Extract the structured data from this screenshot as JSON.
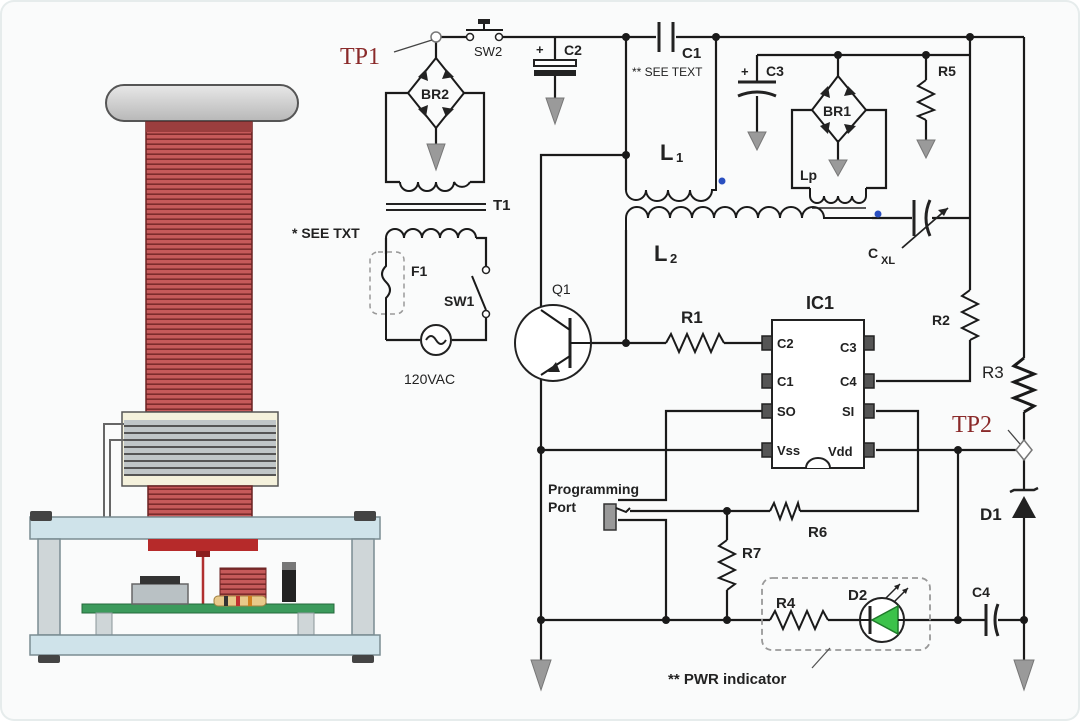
{
  "test_points": {
    "tp1": "TP1",
    "tp2": "TP2"
  },
  "notes": {
    "see_text_c1": "** SEE TEXT",
    "see_text_f1": "* SEE TXT",
    "pwr_indicator": "** PWR indicator"
  },
  "components": {
    "sw2": "SW2",
    "c2": "C2",
    "c1": "C1",
    "c3": "C3",
    "r5": "R5",
    "br1": "BR1",
    "br2": "BR2",
    "t1": "T1",
    "l1": "L",
    "l1_sub": "1",
    "l2": "L",
    "l2_sub": "2",
    "lp": "Lp",
    "cxl": "C",
    "cxl_sub": "XL",
    "f1": "F1",
    "sw1": "SW1",
    "ac_source": "120VAC",
    "q1": "Q1",
    "r1": "R1",
    "r2": "R2",
    "r3": "R3",
    "r4": "R4",
    "r6": "R6",
    "r7": "R7",
    "d1": "D1",
    "d2": "D2",
    "c4": "C4",
    "polarity_plus": "+"
  },
  "ic1": {
    "title": "IC1",
    "pins_left": [
      "C2",
      "C1",
      "SO",
      "Vss"
    ],
    "pins_right": [
      "C3",
      "C4",
      "SI",
      "Vdd"
    ]
  },
  "programming_port": {
    "line1": "Programming",
    "line2": "Port"
  },
  "colors": {
    "coil_copper": "#b04a4a",
    "platform": "#cfe3ea",
    "pcb": "#3c9a5c",
    "led": "#3cc24a",
    "test_point_text": "#8a2a2a",
    "dot_marker": "#2a4fc0"
  }
}
